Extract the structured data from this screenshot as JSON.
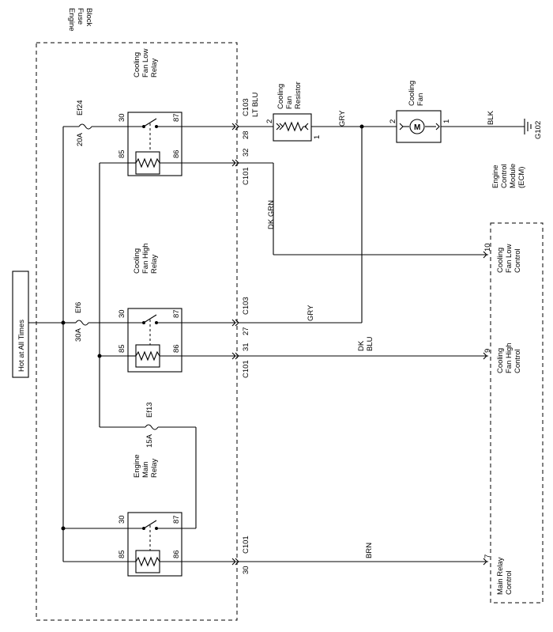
{
  "labels": {
    "fuse_block": [
      "Engine",
      "Fuse",
      "Block"
    ],
    "hot": "Hot at All Times",
    "ecm": [
      "Engine",
      "Control",
      "Module",
      "(ECM)"
    ],
    "ground": "G102",
    "fuses": {
      "ef24_id": "Ef24",
      "ef24_rating": "20A",
      "ef6_id": "Ef6",
      "ef6_rating": "30A",
      "ef13_id": "Ef13",
      "ef13_rating": "15A"
    },
    "relays": {
      "low_name": [
        "Cooling",
        "Fan Low",
        "Relay"
      ],
      "high_name": [
        "Cooling",
        "Fan High",
        "Relay"
      ],
      "main_name": [
        "Engine",
        "Main",
        "Relay"
      ],
      "pin30": "30",
      "pin87": "87",
      "pin85": "85",
      "pin86": "86"
    },
    "connectors": {
      "c103_a": "C103",
      "pin28": "28",
      "c101_a": "C101",
      "pin32": "32",
      "c103_b": "C103",
      "pin27": "27",
      "c101_b": "C101",
      "pin31": "31",
      "c101_c": "C101",
      "pin30": "30"
    },
    "resistor": [
      "Cooling",
      "Fan",
      "Resistor"
    ],
    "resistor_pin2": "2",
    "resistor_pin1": "1",
    "motor": [
      "Cooling",
      "Fan"
    ],
    "motor_symbol": "M",
    "motor_pin2": "2",
    "motor_pin1": "1",
    "wires": {
      "lt_blu": "LT BLU",
      "gry1": "GRY",
      "blk": "BLK",
      "dk_grn": "DK GRN",
      "gry2": "GRY",
      "dk_blu": [
        "DK",
        "BLU"
      ],
      "brn": "BRN"
    },
    "ecm_pins": {
      "p10": "10",
      "p10_label": [
        "Cooling",
        "Fan Low",
        "Control"
      ],
      "p9": "9",
      "p9_label": [
        "Cooling",
        "Fan High",
        "Control"
      ],
      "p7": "7",
      "p7_label": [
        "Main Relay",
        "Control"
      ]
    }
  }
}
